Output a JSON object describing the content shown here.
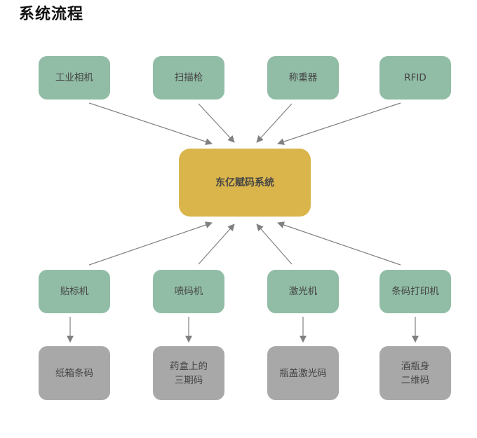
{
  "title": "系统流程",
  "center": "东亿赋码系统",
  "inputs": [
    "工业相机",
    "扫描枪",
    "称重器",
    "RFID"
  ],
  "devices": [
    "贴标机",
    "喷码机",
    "激光机",
    "条码打印机"
  ],
  "outputs": [
    "纸箱条码",
    "药盒上的\n三期码",
    "瓶盖激光码",
    "酒瓶身\n二维码"
  ],
  "colors": {
    "input": "#91bca6",
    "center": "#d9b54c",
    "output": "#a8a8a8",
    "arrow": "#808080"
  }
}
